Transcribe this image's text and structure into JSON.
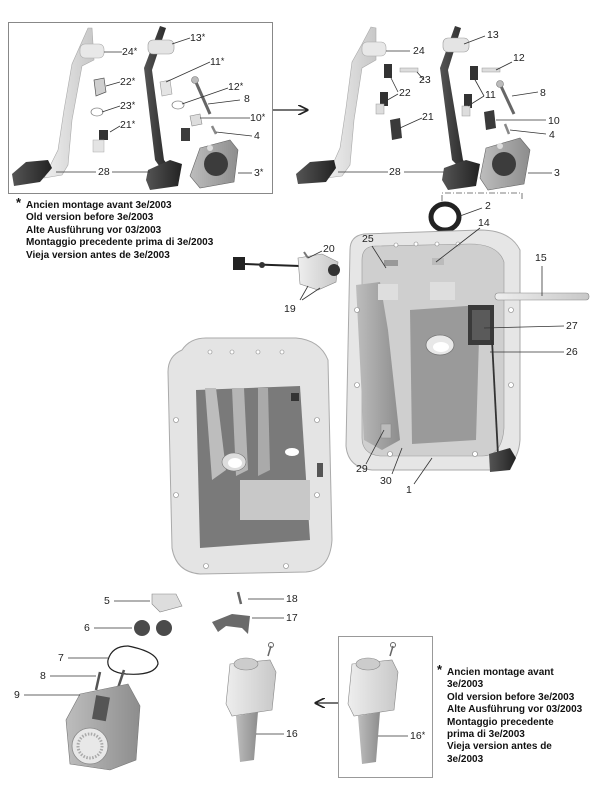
{
  "diagram": {
    "type": "exploded-parts-diagram",
    "subject": "Pedal box / clutch-brake pedal assembly",
    "old_version_inset": {
      "callouts": [
        {
          "num": "24",
          "star": true
        },
        {
          "num": "13",
          "star": true
        },
        {
          "num": "11",
          "star": true
        },
        {
          "num": "22",
          "star": true
        },
        {
          "num": "12",
          "star": true
        },
        {
          "num": "8",
          "star": false
        },
        {
          "num": "23",
          "star": true
        },
        {
          "num": "21",
          "star": true
        },
        {
          "num": "10",
          "star": true
        },
        {
          "num": "4",
          "star": false
        },
        {
          "num": "28",
          "star": false
        },
        {
          "num": "3",
          "star": true
        }
      ]
    },
    "new_version": {
      "callouts": [
        "13",
        "24",
        "12",
        "23",
        "22",
        "11",
        "8",
        "21",
        "10",
        "4",
        "28",
        "3",
        "2"
      ]
    },
    "main_assembly": {
      "callouts": [
        "14",
        "25",
        "15",
        "20",
        "19",
        "27",
        "26",
        "29",
        "30",
        "1"
      ]
    },
    "lower_parts": {
      "callouts": [
        "5",
        "18",
        "6",
        "17",
        "7",
        "8",
        "9",
        "16"
      ]
    },
    "old_version_16_inset": {
      "callouts": [
        {
          "num": "16",
          "star": true
        }
      ]
    },
    "star_symbol": "*",
    "note_top": [
      "Ancien montage avant 3e/2003",
      "Old version before 3e/2003",
      "Alte Ausführung vor 03/2003",
      "Montaggio precedente  prima di 3e/2003",
      "Vieja version antes de 3e/2003"
    ],
    "note_bottom": [
      "Ancien montage avant",
      "3e/2003",
      "Old version before 3e/2003",
      "Alte Ausführung vor 03/2003",
      "Montaggio precedente",
      "prima di 3e/2003",
      "Vieja version antes de",
      "3e/2003"
    ],
    "colors": {
      "line": "#333333",
      "light_part": "#d9d9d9",
      "mid_part": "#a8a8a8",
      "dark_part": "#3a3a3a",
      "box_border": "#9a9a9a"
    }
  }
}
